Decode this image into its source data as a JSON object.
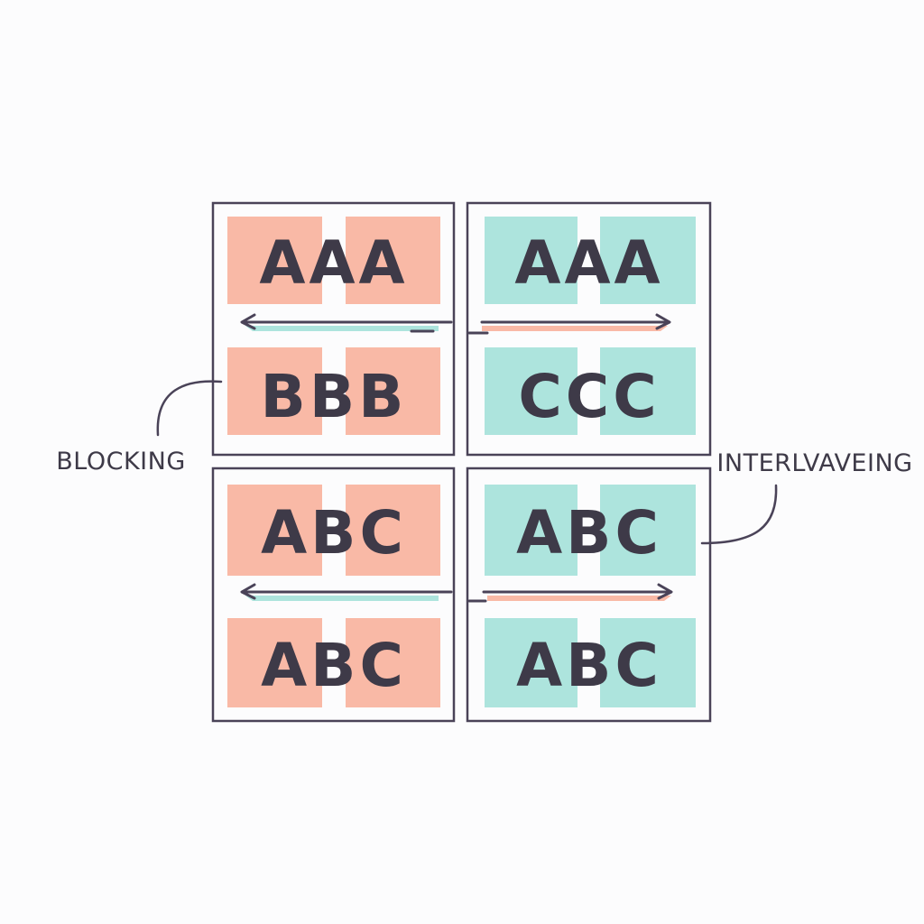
{
  "colors": {
    "background": "#fcfcfd",
    "coral": "#f9b9a6",
    "mint": "#ade4dd",
    "stroke": "#4a4358",
    "text": "#3e3a48"
  },
  "labels": {
    "left": "BLOCKING",
    "right": "INTERLVAVEING"
  },
  "panels": {
    "top_left": {
      "row1": "AAA",
      "row2": "BBB",
      "fill": "coral",
      "accent": "mint",
      "arrow_direction": "left"
    },
    "top_right": {
      "row1": "AAA",
      "row2": "CCC",
      "fill": "mint",
      "accent": "coral",
      "arrow_direction": "right"
    },
    "bottom_left": {
      "row1": "ABC",
      "row2": "ABC",
      "fill": "coral",
      "accent": "mint",
      "arrow_direction": "left"
    },
    "bottom_right": {
      "row1": "ABC",
      "row2": "ABC",
      "fill": "mint",
      "accent": "coral",
      "arrow_direction": "right"
    }
  },
  "icons": {
    "left_arrow": "arrow-left-icon",
    "right_arrow": "arrow-right-icon"
  }
}
